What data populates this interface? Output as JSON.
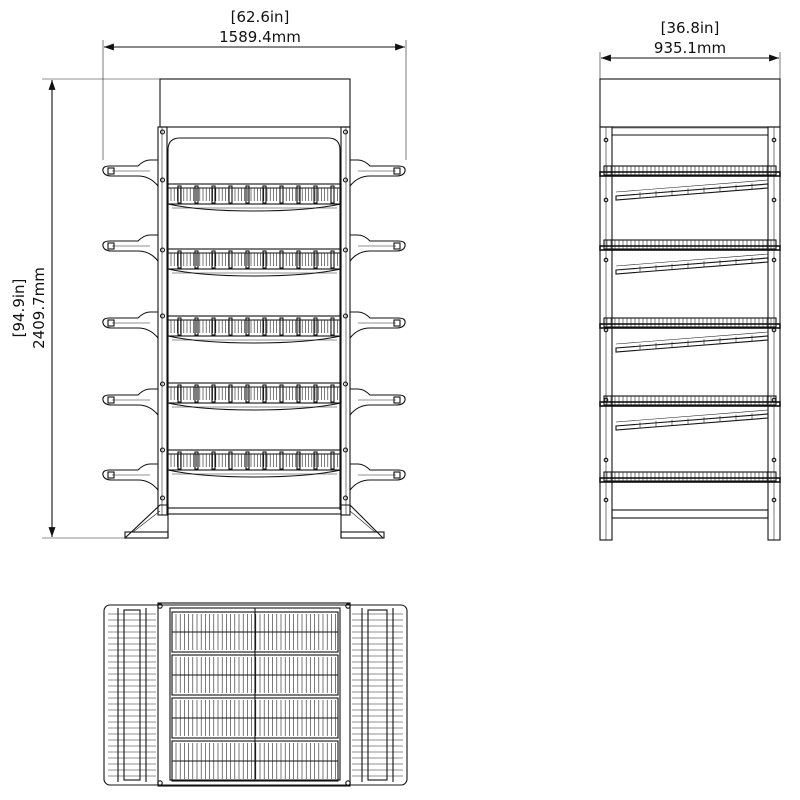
{
  "dimensions": {
    "front_width_in": "[62.6in]",
    "front_width_mm": "1589.4mm",
    "side_width_in": "[36.8in]",
    "side_width_mm": "935.1mm",
    "height_in": "[94.9in]",
    "height_mm": "2409.7mm"
  },
  "views": {
    "front": {
      "shelf_count": 5,
      "side_arm_levels": 5
    },
    "side": {
      "shelf_count": 5
    },
    "top": {
      "basket_rows": 4
    }
  }
}
